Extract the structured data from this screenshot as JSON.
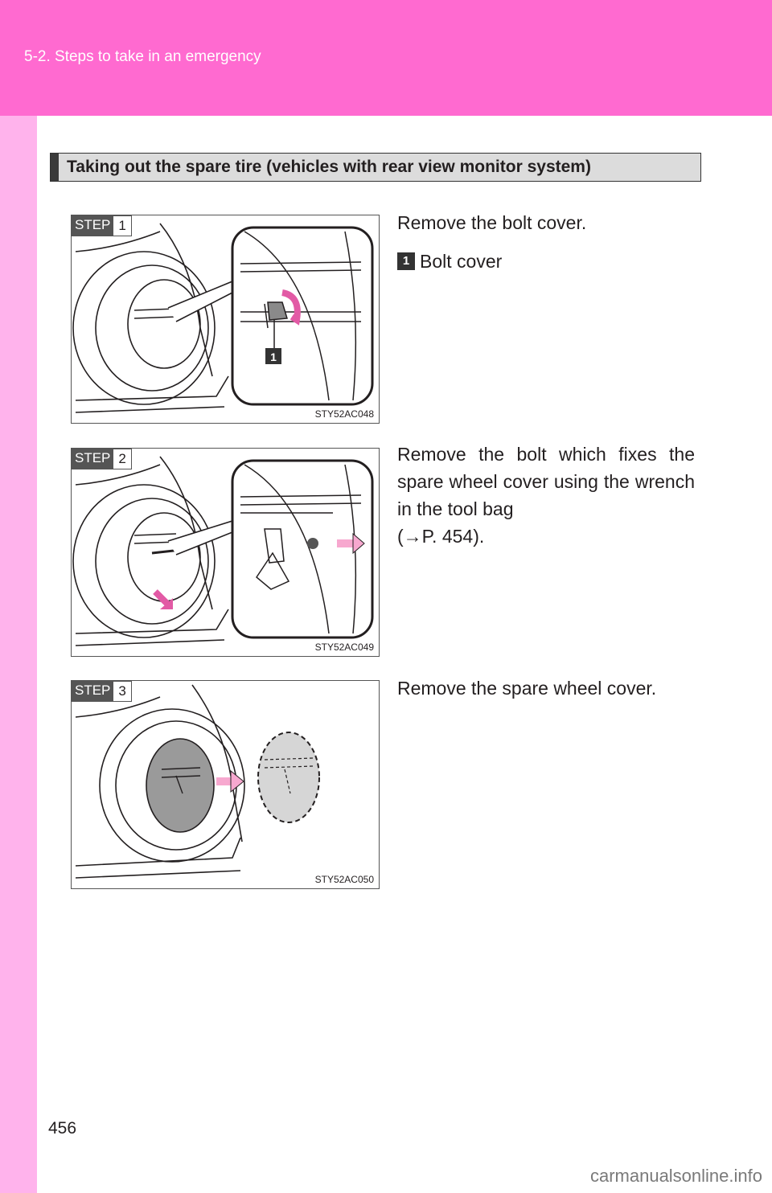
{
  "header": {
    "section": "5-2. Steps to take in an emergency"
  },
  "section_heading": "Taking out the spare tire (vehicles with rear view monitor system)",
  "steps": [
    {
      "step_word": "STEP",
      "step_number": "1",
      "figure_code": "STY52AC048",
      "callout": "1",
      "text": "Remove the bolt cover.",
      "legend": [
        {
          "number": "1",
          "label": "Bolt cover"
        }
      ]
    },
    {
      "step_word": "STEP",
      "step_number": "2",
      "figure_code": "STY52AC049",
      "text_lines": [
        "Remove the bolt which fixes the spare wheel cover using the wrench in the tool bag",
        "(→P. 454)."
      ]
    },
    {
      "step_word": "STEP",
      "step_number": "3",
      "figure_code": "STY52AC050",
      "text": "Remove the spare wheel cover."
    }
  ],
  "page_number": "456",
  "watermark": "carmanualsonline.info",
  "colors": {
    "header_band": "#ff6ad0",
    "side_band": "#ffb3ec",
    "arrow_pink": "#f7a8cf",
    "heading_bg": "#dcdcdc"
  }
}
